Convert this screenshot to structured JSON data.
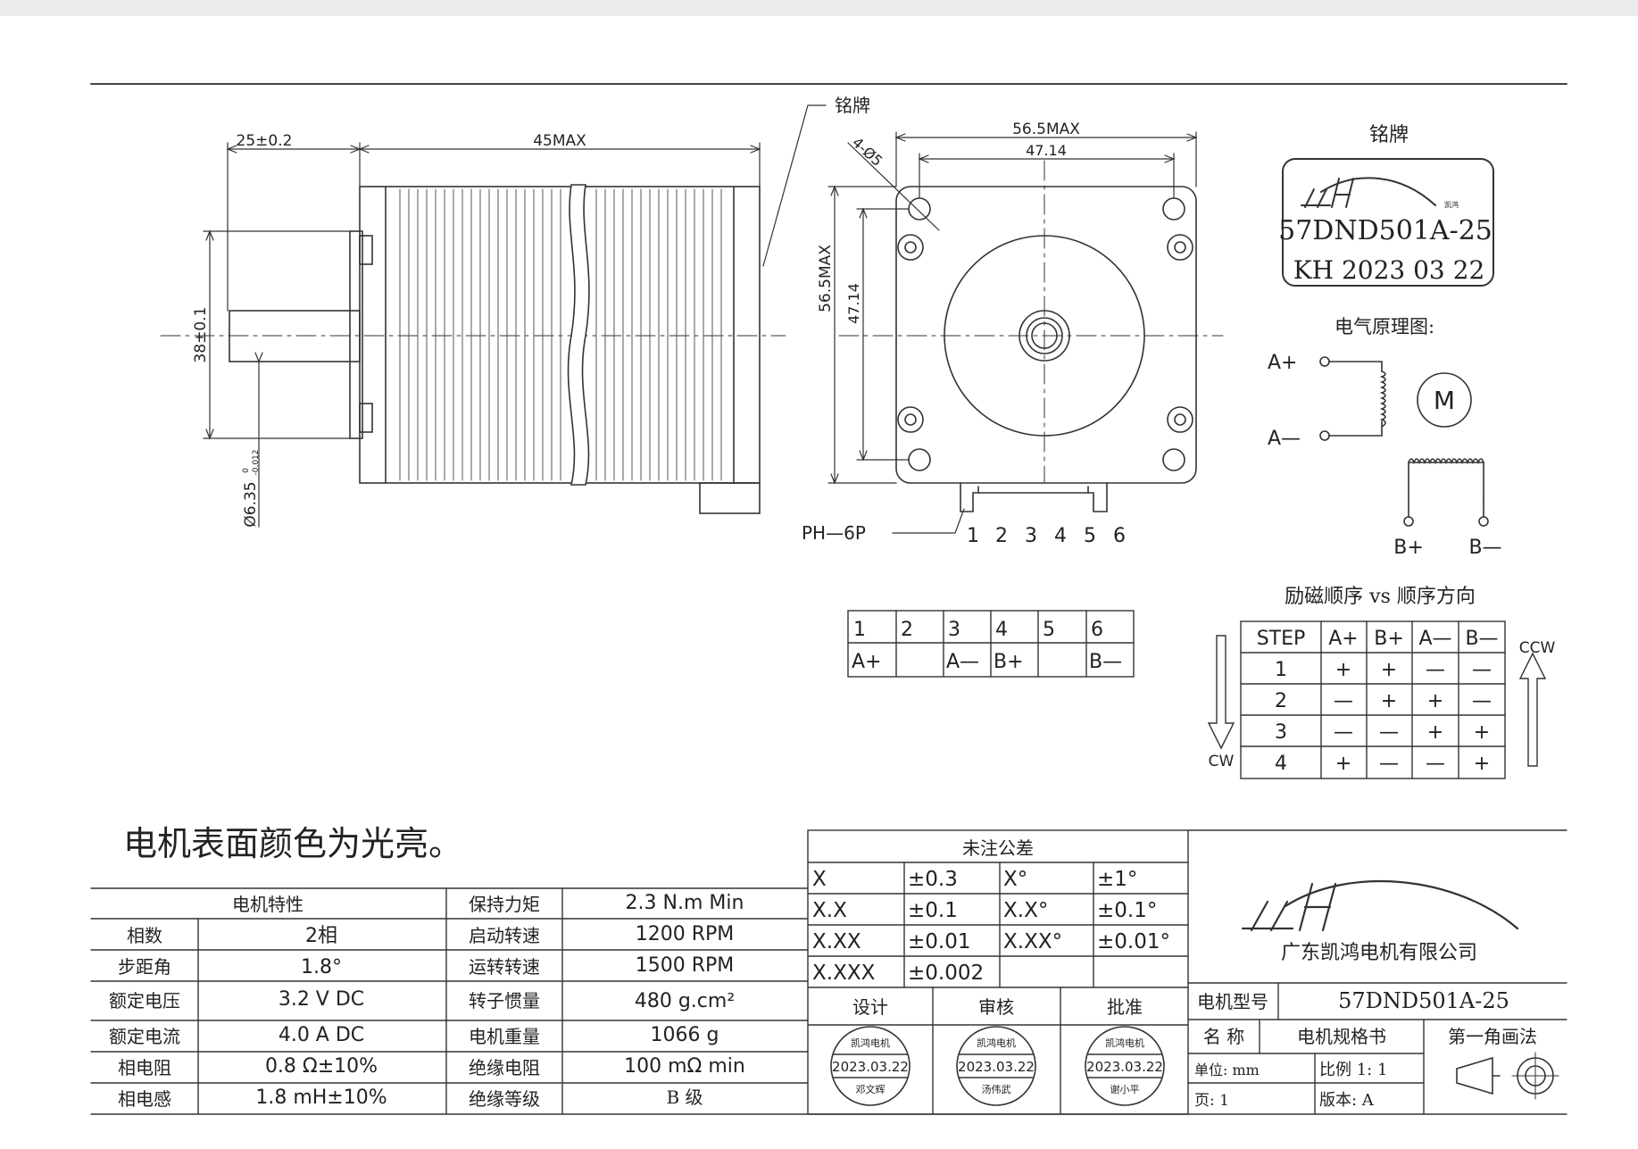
{
  "side_view": {
    "dims": {
      "shaft_length": "25±0.2",
      "body_length": "45MAX",
      "pilot_diameter": "38±0.1",
      "shaft_diameter": "Ø6.35",
      "shaft_tolerance_upper": "0",
      "shaft_tolerance_lower": "-0.012"
    },
    "nameplate_callout": "铭牌"
  },
  "front_view": {
    "dims": {
      "width_max": "56.5MAX",
      "hole_spacing_h": "47.14",
      "height_max": "56.5MAX",
      "hole_spacing_v": "47.14",
      "holes": "4-Ø5"
    },
    "connector": {
      "label": "PH—6P",
      "pins": [
        "1",
        "2",
        "3",
        "4",
        "5",
        "6"
      ]
    }
  },
  "nameplate": {
    "title": "铭牌",
    "logo_small_text": "凯鸿",
    "model": "57DND501A-25",
    "date": "KH  2023  03  22"
  },
  "schematic": {
    "title": "电气原理图:",
    "labels": {
      "a_plus": "A+",
      "a_minus": "A—",
      "b_plus": "B+",
      "b_minus": "B—",
      "motor": "M"
    }
  },
  "pin_table": {
    "pins": [
      "1",
      "2",
      "3",
      "4",
      "5",
      "6"
    ],
    "signals": [
      "A+",
      "",
      "A—",
      "B+",
      "",
      "B—"
    ]
  },
  "sequence": {
    "title": "励磁顺序  vs  顺序方向",
    "headers": [
      "STEP",
      "A+",
      "B+",
      "A—",
      "B—"
    ],
    "rows": [
      [
        "1",
        "+",
        "+",
        "—",
        "—"
      ],
      [
        "2",
        "—",
        "+",
        "+",
        "—"
      ],
      [
        "3",
        "—",
        "—",
        "+",
        "+"
      ],
      [
        "4",
        "+",
        "—",
        "—",
        "+"
      ]
    ],
    "cw": "CW",
    "ccw": "CCW"
  },
  "surface_note": "电机表面颜色为光亮。",
  "spec_table": {
    "title": "电机特性",
    "left": [
      [
        "相数",
        "2相"
      ],
      [
        "步距角",
        "1.8°"
      ],
      [
        "额定电压",
        "3.2  V  DC"
      ],
      [
        "额定电流",
        "4.0  A  DC"
      ],
      [
        "相电阻",
        "0.8  Ω±10%"
      ],
      [
        "相电感",
        "1.8  mH±10%"
      ]
    ],
    "right": [
      [
        "保持力矩",
        "2.3  N.m  Min"
      ],
      [
        "启动转速",
        "1200  RPM"
      ],
      [
        "运转转速",
        "1500  RPM"
      ],
      [
        "转子惯量",
        "480  g.cm²"
      ],
      [
        "电机重量",
        "1066  g"
      ],
      [
        "绝缘电阻",
        "100  mΩ  min"
      ],
      [
        "绝缘等级",
        "B  级"
      ]
    ]
  },
  "tolerance_table": {
    "title": "未注公差",
    "rows": [
      [
        "X",
        "±0.3",
        "X°",
        "±1°"
      ],
      [
        "X.X",
        "±0.1",
        "X.X°",
        "±0.1°"
      ],
      [
        "X.XX",
        "±0.01",
        "X.XX°",
        "±0.01°"
      ],
      [
        "X.XXX",
        "±0.002",
        "",
        ""
      ]
    ]
  },
  "approval": {
    "headers": [
      "设计",
      "审核",
      "批准"
    ],
    "stamps": [
      {
        "top": "凯鸿电机",
        "date": "2023.03.22",
        "name": "邓文辉"
      },
      {
        "top": "凯鸿电机",
        "date": "2023.03.22",
        "name": "汤伟武"
      },
      {
        "top": "凯鸿电机",
        "date": "2023.03.22",
        "name": "谢小平"
      }
    ]
  },
  "title_block": {
    "company": "广东凯鸿电机有限公司",
    "model_label": "电机型号",
    "model_value": "57DND501A-25",
    "name_label": "名  称",
    "name_value": "电机规格书",
    "projection": "第一角画法",
    "unit": "单位: mm",
    "scale": "比例  1: 1",
    "page": "页: 1",
    "version": "版本: A"
  }
}
